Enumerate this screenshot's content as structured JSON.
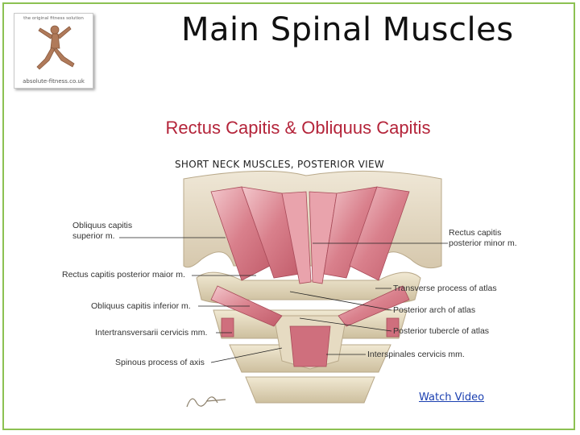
{
  "slide": {
    "title": "Main Spinal Muscles",
    "subtitle": "Rectus Capitis & Obliquus Capitis",
    "link_label": "Watch Video",
    "logo": {
      "top_text": "the original fitness solution",
      "bottom_text": "absolute-fitness.co.uk"
    },
    "accent_color": "#8cc152",
    "subtitle_color": "#b4243a"
  },
  "figure": {
    "title": "SHORT NECK MUSCLES, POSTERIOR VIEW",
    "labels": {
      "obliquus_superior_1": "Obliquus capitis",
      "obliquus_superior_2": "superior m.",
      "rectus_major": "Rectus capitis posterior maior m.",
      "obliquus_inferior": "Obliquus capitis inferior m.",
      "intertransversarii": "Intertransversarii cervicis mm.",
      "spinous_process": "Spinous process of axis",
      "rectus_minor_1": "Rectus capitis",
      "rectus_minor_2": "posterior minor m.",
      "transverse_process": "Transverse process of atlas",
      "posterior_arch": "Posterior arch of atlas",
      "posterior_tubercle": "Posterior tubercle of atlas",
      "interspinales": "Interspinales cervicis mm."
    },
    "signature": "F.Netter"
  }
}
